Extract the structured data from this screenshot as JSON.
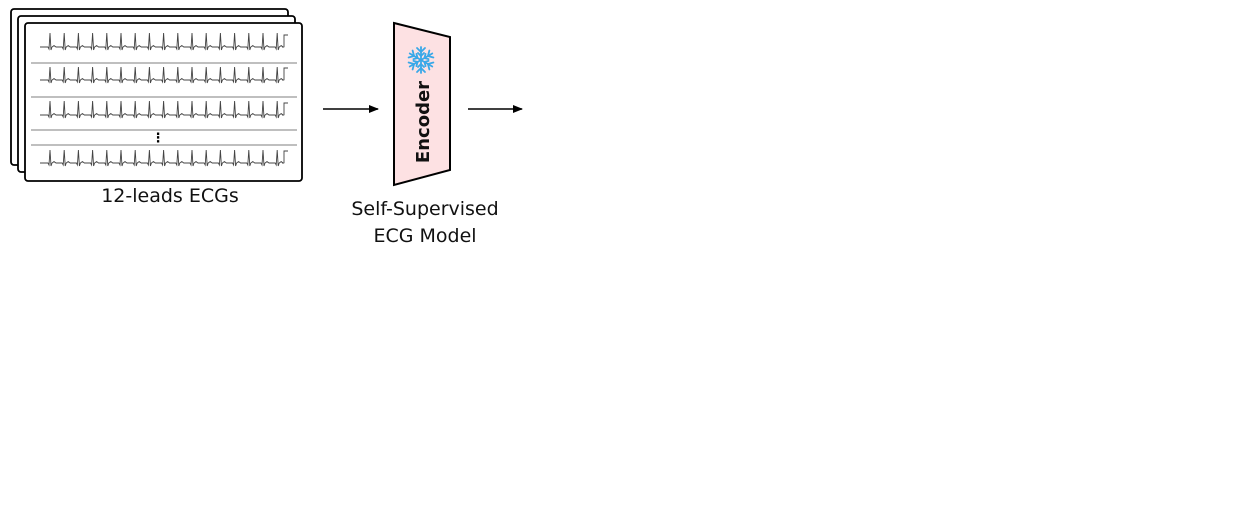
{
  "diagram": {
    "ecg_stack": {
      "label": "12-leads ECGs",
      "visible_leads": 4,
      "ellipsis": "⋮"
    },
    "encoder": {
      "label": "Encoder",
      "fill_color": "#fde1e3",
      "frozen_icon": "snowflake-icon",
      "icon_color": "#3aa8e8"
    },
    "model_label": {
      "line1": "Self-Supervised",
      "line2": "ECG Model"
    },
    "arrows": [
      "ecg-to-encoder",
      "encoder-to-output"
    ]
  }
}
